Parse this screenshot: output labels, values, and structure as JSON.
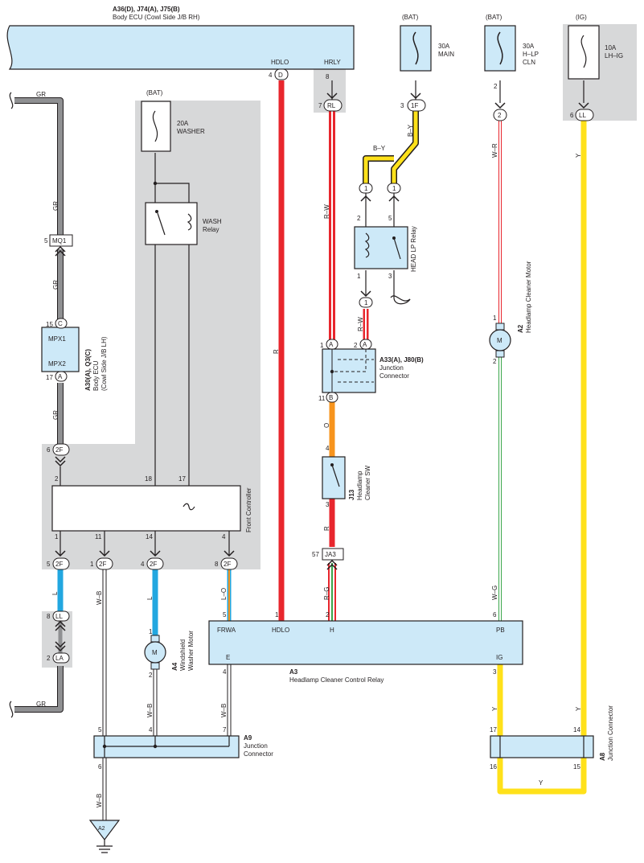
{
  "components": {
    "body_ecu_rh": {
      "code": "A36(D), J74(A), J75(B)",
      "name": "Body ECU (Cowl Side J/B RH)",
      "term_hdlo": "HDLO",
      "term_hrly": "HRLY"
    },
    "fuse_main": {
      "source": "(BAT)",
      "rating": "30A",
      "name": "MAIN"
    },
    "fuse_hlp": {
      "source": "(BAT)",
      "rating": "30A",
      "name1": "H–LP",
      "name2": "CLN"
    },
    "fuse_lhig": {
      "source": "(IG)",
      "rating": "10A",
      "name": "LH–IG"
    },
    "fuse_washer": {
      "source": "(BAT)",
      "rating": "20A",
      "name": "WASHER"
    },
    "wash_relay": {
      "name1": "WASH",
      "name2": "Relay"
    },
    "head_lp_relay": {
      "name": "HEAD LP Relay"
    },
    "body_ecu_lh": {
      "code": "A30(A), Q3(C)",
      "name1": "Body ECU",
      "name2": "(Cowl Side J/B LH)",
      "term1": "MPX1",
      "term2": "MPX2"
    },
    "junction_a33": {
      "code": "A33(A), J80(B)",
      "name1": "Junction",
      "name2": "Connector"
    },
    "front_controller": {
      "name": "Front Controller"
    },
    "headlamp_cleaner_sw": {
      "code": "J13",
      "name1": "Headlamp",
      "name2": "Cleaner SW"
    },
    "headlamp_cleaner_motor": {
      "code": "A2",
      "name": "Headlamp Cleaner Motor",
      "symbol": "M"
    },
    "washer_motor": {
      "code": "A4",
      "name1": "Windshield",
      "name2": "Washer Motor",
      "symbol": "M"
    },
    "control_relay": {
      "code": "A3",
      "name": "Headlamp Cleaner Control Relay",
      "term_frwa": "FRWA",
      "term_hdlo": "HDLO",
      "term_h": "H",
      "term_pb": "PB",
      "term_e": "E",
      "term_ig": "IG"
    },
    "junction_a9": {
      "code": "A9",
      "name1": "Junction",
      "name2": "Connector"
    },
    "junction_a8": {
      "code": "A8",
      "name": "Junction Connector"
    },
    "ground": {
      "code": "A2"
    }
  },
  "wire_colors": {
    "GR": "#8f9092",
    "R": "#e8262d",
    "Y": "#ffe11a",
    "L": "#22a7e0",
    "O": "#f7941d",
    "W": "#ffffff",
    "B": "#231f20",
    "G": "#3aa64b",
    "outline": "#231f20",
    "block": "#cde9f8",
    "shade": "#d7d8d9"
  },
  "wires": {
    "gr": "GR",
    "r": "R",
    "rw": "R–W",
    "by": "B–Y",
    "wr": "W–R",
    "y": "Y",
    "o": "O",
    "l": "L",
    "wb": "W–B",
    "lo": "L–O",
    "rg": "R–G",
    "wg": "W–G"
  },
  "pins": {
    "p4": "4",
    "pD": "D",
    "p8": "8",
    "p7": "7",
    "pRL": "RL",
    "p3": "3",
    "p1F": "1F",
    "p2": "2",
    "p2c": "2",
    "p6": "6",
    "pLL": "LL",
    "p5": "5",
    "pMQ1": "MQ1",
    "p15": "15",
    "pC": "C",
    "p17": "17",
    "pA": "A",
    "p1a": "1",
    "p1b": "1",
    "p2r": "2",
    "p5r": "5",
    "p1r": "1",
    "p3r": "3",
    "p1c": "1",
    "pA1n": "1",
    "pA1": "A",
    "pA2n": "2",
    "pA2": "A",
    "p11": "11",
    "pB": "B",
    "p6b": "6",
    "p2F": "2F",
    "fc2": "2",
    "fc18": "18",
    "fc17": "17",
    "fc1": "1",
    "fc11": "11",
    "fc14": "14",
    "fc4": "4",
    "c5": "5",
    "c1": "1",
    "c4": "4",
    "c8": "8",
    "cl8": "8",
    "cLL": "LL",
    "cl2": "2",
    "cLA": "LA",
    "sw4": "4",
    "sw3": "3",
    "p57": "57",
    "pJA3": "JA3",
    "m1": "1",
    "m2": "2",
    "mw1": "1",
    "mw2": "2",
    "r5": "5",
    "r1": "1",
    "r2": "2",
    "r6": "6",
    "r4": "4",
    "r3": "3",
    "j5": "5",
    "j4": "4",
    "j7": "7",
    "j6": "6",
    "j17": "17",
    "j14": "14",
    "j16": "16",
    "j15": "15"
  }
}
